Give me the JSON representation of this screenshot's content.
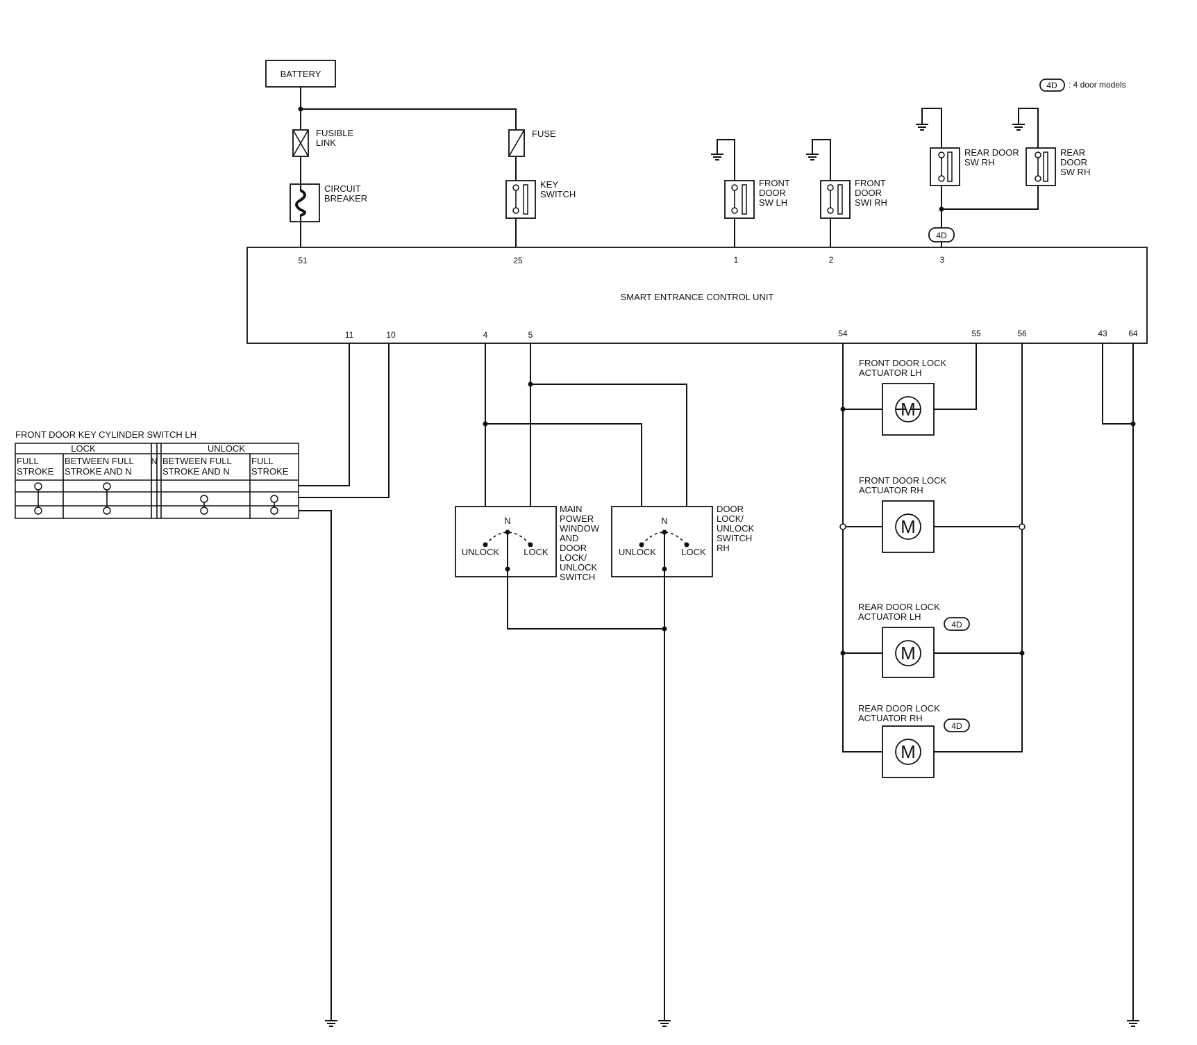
{
  "legend": {
    "badge": "4D",
    "text": ": 4 door models"
  },
  "battery": "BATTERY",
  "fusible_link": [
    "FUSIBLE",
    "LINK"
  ],
  "circuit_breaker": [
    "CIRCUIT",
    "BREAKER"
  ],
  "fuse": "FUSE",
  "key_switch": [
    "KEY",
    "SWITCH"
  ],
  "front_door_sw_lh": [
    "FRONT",
    "DOOR",
    "SW LH"
  ],
  "front_door_sw_rh": [
    "FRONT",
    "DOOR",
    "SWI RH"
  ],
  "rear_door_sw_rh_1": [
    "REAR DOOR",
    "SW RH"
  ],
  "rear_door_sw_rh_2": [
    "REAR",
    "DOOR",
    "SW RH"
  ],
  "control_unit": {
    "label": "SMART ENTRANCE CONTROL UNIT",
    "top_pins": [
      "51",
      "25",
      "1",
      "2",
      "3"
    ],
    "bottom_pins": [
      "11",
      "10",
      "4",
      "5",
      "54",
      "55",
      "56",
      "43",
      "64"
    ]
  },
  "key_cylinder": {
    "title": "FRONT DOOR KEY CYLINDER SWITCH LH",
    "lock": "LOCK",
    "unlock": "UNLOCK",
    "n": "N",
    "col1": [
      "FULL",
      "STROKE"
    ],
    "col2": [
      "BETWEEN FULL",
      "STROKE AND N"
    ],
    "col3": [
      "BETWEEN FULL",
      "STROKE AND N"
    ],
    "col4": [
      "FULL",
      "STROKE"
    ]
  },
  "main_switch": {
    "label": [
      "MAIN",
      "POWER",
      "WINDOW",
      "AND",
      "DOOR",
      "LOCK/",
      "UNLOCK",
      "SWITCH"
    ],
    "n": "N",
    "unlock": "UNLOCK",
    "lock": "LOCK"
  },
  "rh_switch": {
    "label": [
      "DOOR",
      "LOCK/",
      "UNLOCK",
      "SWITCH",
      "RH"
    ],
    "n": "N",
    "unlock": "UNLOCK",
    "lock": "LOCK"
  },
  "actuators": [
    {
      "label": [
        "FRONT DOOR LOCK",
        "ACTUATOR LH"
      ],
      "motor": "M"
    },
    {
      "label": [
        "FRONT DOOR LOCK",
        "ACTUATOR RH"
      ],
      "motor": "M"
    },
    {
      "label": [
        "REAR DOOR LOCK",
        "ACTUATOR LH"
      ],
      "motor": "M",
      "badge": "4D"
    },
    {
      "label": [
        "REAR DOOR LOCK",
        "ACTUATOR RH"
      ],
      "motor": "M",
      "badge": "4D"
    }
  ],
  "pin3_badge": "4D"
}
